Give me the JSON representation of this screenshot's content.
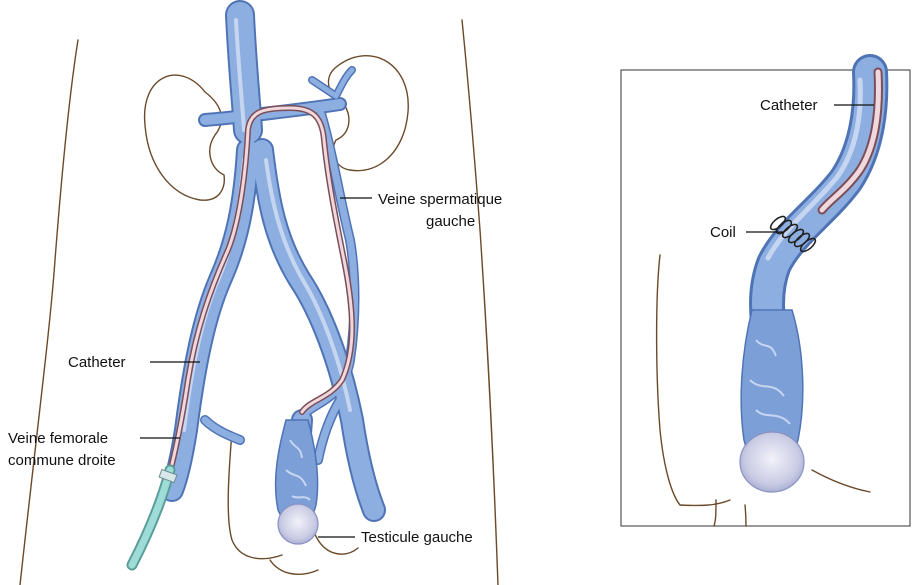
{
  "colors": {
    "vein": "#7b9fd6",
    "vein_dark": "#4f74b6",
    "vein_light": "#b9cdee",
    "skin_outline": "#6b4a2a",
    "catheter": "#d9b3bb",
    "catheter_outline": "#8b5f6a",
    "sheath": "#8fd3cf",
    "label_text": "#111111",
    "inset_border": "#555555"
  },
  "icons": [
    "kidney",
    "vein",
    "catheter",
    "coil",
    "testicle"
  ],
  "main_figure": {
    "labels": {
      "spermatic_vein": [
        "Veine spermatique",
        "gauche"
      ],
      "catheter": "Catheter",
      "femoral_vein": [
        "Veine femorale",
        "commune droite"
      ],
      "testicle": "Testicule gauche"
    }
  },
  "inset": {
    "labels": {
      "catheter": "Catheter",
      "coil": "Coil"
    }
  }
}
